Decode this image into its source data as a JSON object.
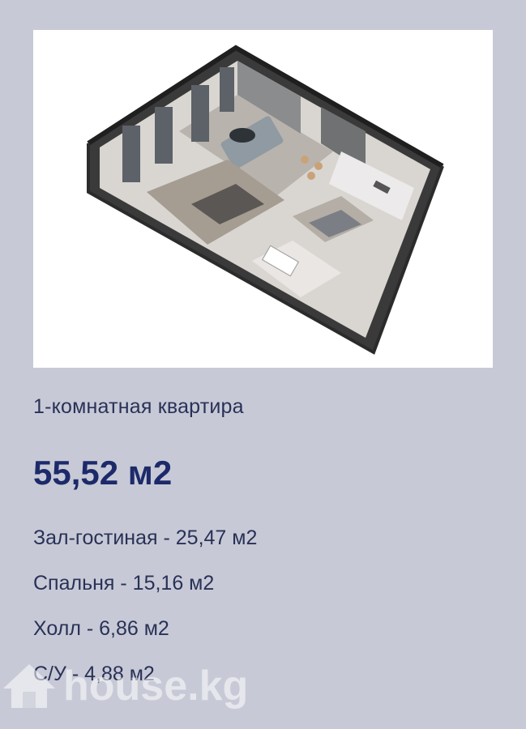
{
  "plan": {
    "image_label": "floor-plan-3d"
  },
  "subtitle": "1-комнатная квартира",
  "total_area": "55,52 м2",
  "rooms": [
    {
      "label": "Зал-гостиная - 25,47 м2"
    },
    {
      "label": "Спальня - 15,16 м2"
    },
    {
      "label": "Холл - 6,86 м2"
    },
    {
      "label": "С/У - 4,88 м2"
    }
  ],
  "watermark": {
    "text": "house.kg",
    "icon": "house-icon"
  },
  "colors": {
    "background": "#c7cad6",
    "accent": "#1d2a6a",
    "text": "#2a3157"
  }
}
